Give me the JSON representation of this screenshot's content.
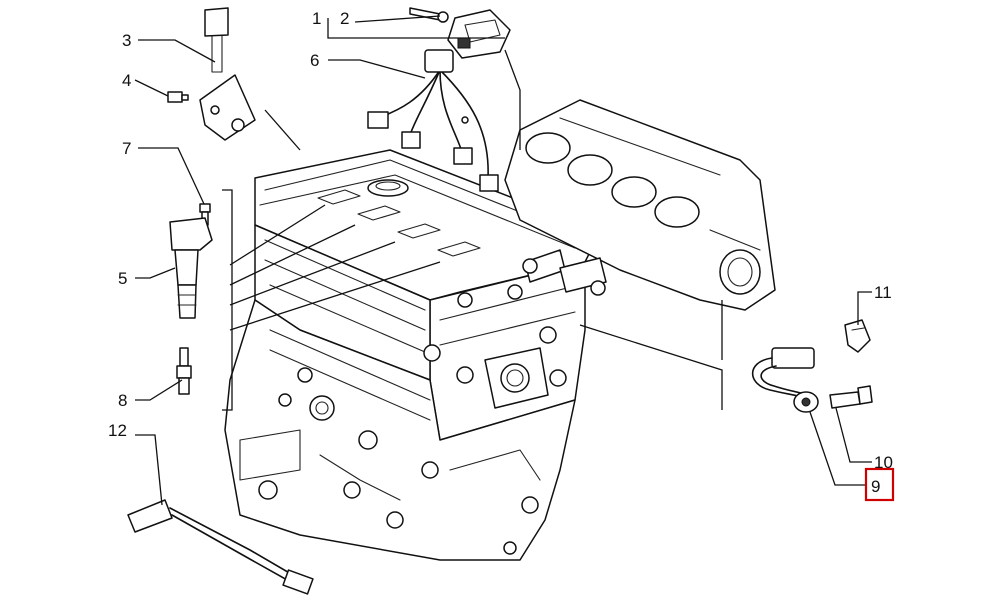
{
  "callouts": [
    {
      "id": "1",
      "label": "1"
    },
    {
      "id": "2",
      "label": "2"
    },
    {
      "id": "3",
      "label": "3"
    },
    {
      "id": "4",
      "label": "4"
    },
    {
      "id": "5",
      "label": "5"
    },
    {
      "id": "6",
      "label": "6"
    },
    {
      "id": "7",
      "label": "7"
    },
    {
      "id": "8",
      "label": "8"
    },
    {
      "id": "9",
      "label": "9",
      "highlighted": true
    },
    {
      "id": "10",
      "label": "10"
    },
    {
      "id": "11",
      "label": "11"
    },
    {
      "id": "12",
      "label": "12"
    }
  ],
  "highlight_color": "#d00000"
}
